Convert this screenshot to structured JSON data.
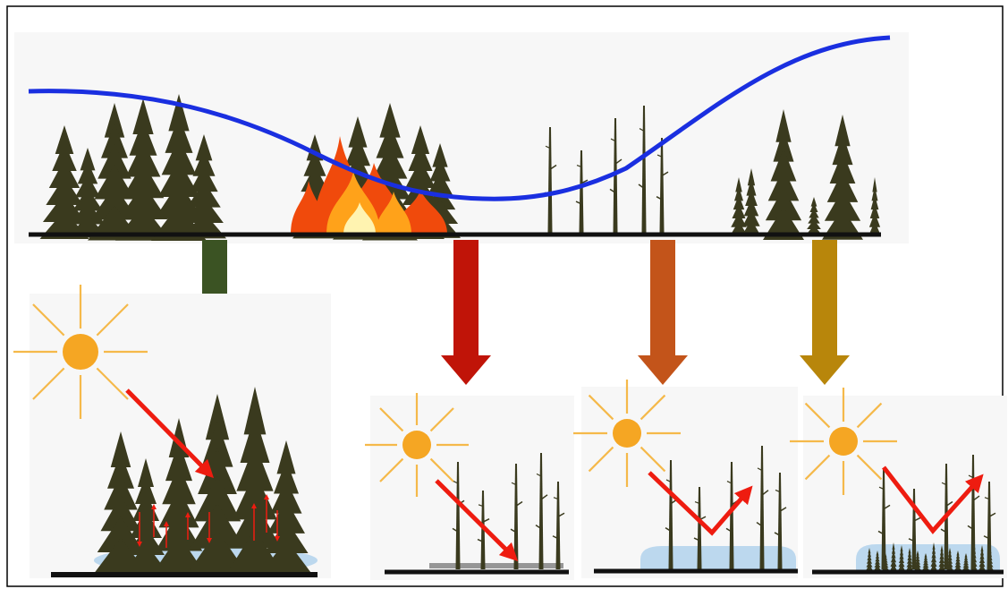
{
  "figure": {
    "frame_color": "#000000",
    "panel_background": "#f7f7f7",
    "ground_color": "#111111"
  },
  "timeline": {
    "curve_color": "#1a2fe0",
    "stages": [
      {
        "id": "mature-forest",
        "icon": "conifer-trees"
      },
      {
        "id": "wildfire",
        "icon": "fire-flames"
      },
      {
        "id": "burned-snags",
        "icon": "dead-tree-snags"
      },
      {
        "id": "regrowth",
        "icon": "young-conifers"
      }
    ]
  },
  "arrows": [
    {
      "id": "mature",
      "color": "#3b5323"
    },
    {
      "id": "fire",
      "color": "#c01408"
    },
    {
      "id": "post-fire",
      "color": "#c3541a"
    },
    {
      "id": "recovery",
      "color": "#b8860b"
    }
  ],
  "panels": [
    {
      "id": "dense-canopy",
      "snow": "snow-under-canopy",
      "sun_icon": "sun-icon",
      "ray": "absorbed"
    },
    {
      "id": "charred-ground",
      "snow": "none",
      "sun_icon": "sun-icon",
      "ray": "absorbed"
    },
    {
      "id": "open-snow",
      "snow": "snow-cover",
      "sun_icon": "sun-icon",
      "ray": "reflected"
    },
    {
      "id": "seedlings-in-snow",
      "snow": "snow-cover",
      "sun_icon": "sun-icon",
      "ray": "reflected"
    }
  ],
  "colors": {
    "tree": "#3a3a1e",
    "sun": "#f5a623",
    "sun_rays": "#f5b94a",
    "ray": "#ee1c10",
    "snow": "#bcd8ee",
    "fire_outer": "#f04a0c",
    "fire_mid": "#ffa21a",
    "fire_core": "#fff3b0"
  }
}
